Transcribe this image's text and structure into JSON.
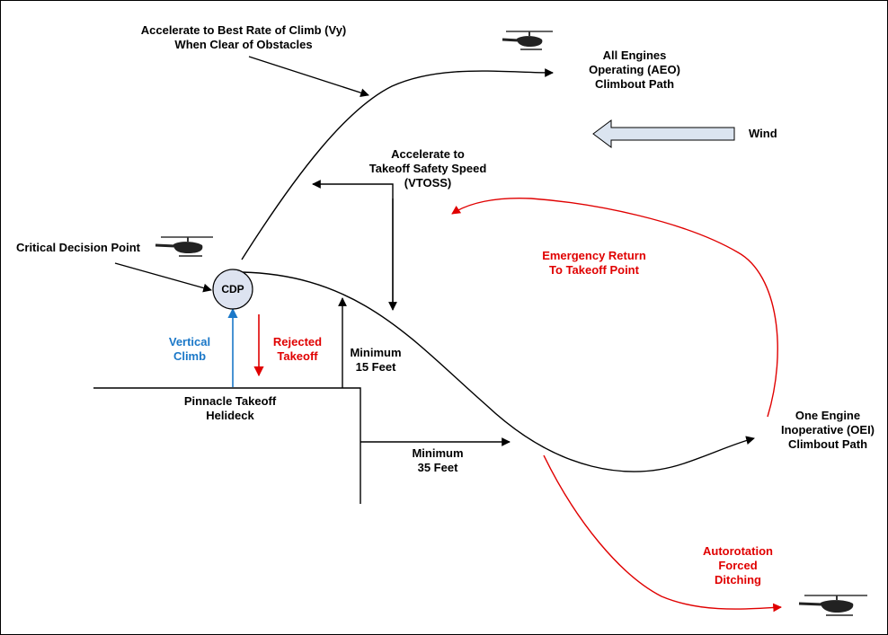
{
  "labels": {
    "accelerate_vy": [
      "Accelerate to Best Rate of Climb (Vy)",
      "When Clear of Obstacles"
    ],
    "aeo": [
      "All Engines",
      "Operating (AEO)",
      "Climbout Path"
    ],
    "wind": "Wind",
    "vtoss": [
      "Accelerate to",
      "Takeoff Safety Speed",
      "(VTOSS)"
    ],
    "critical_decision_point": "Critical Decision Point",
    "emergency_return": [
      "Emergency Return",
      "To Takeoff Point"
    ],
    "cdp": "CDP",
    "vertical_climb": [
      "Vertical",
      "Climb"
    ],
    "rejected_takeoff": [
      "Rejected",
      "Takeoff"
    ],
    "minimum_15": [
      "Minimum",
      "15 Feet"
    ],
    "pinnacle": [
      "Pinnacle Takeoff",
      "Helideck"
    ],
    "minimum_35": [
      "Minimum",
      "35 Feet"
    ],
    "oei": [
      "One Engine",
      "Inoperative (OEI)",
      "Climbout Path"
    ],
    "autorotation": [
      "Autorotation",
      "Forced",
      "Ditching"
    ]
  },
  "colors": {
    "black": "#000000",
    "red": "#e00000",
    "blue": "#1b78c8",
    "cdp_fill": "#dde3f0",
    "wind_arrow_fill": "#dbe4f0"
  },
  "icons": [
    "helicopter-icon",
    "helicopter-icon",
    "helicopter-icon"
  ]
}
